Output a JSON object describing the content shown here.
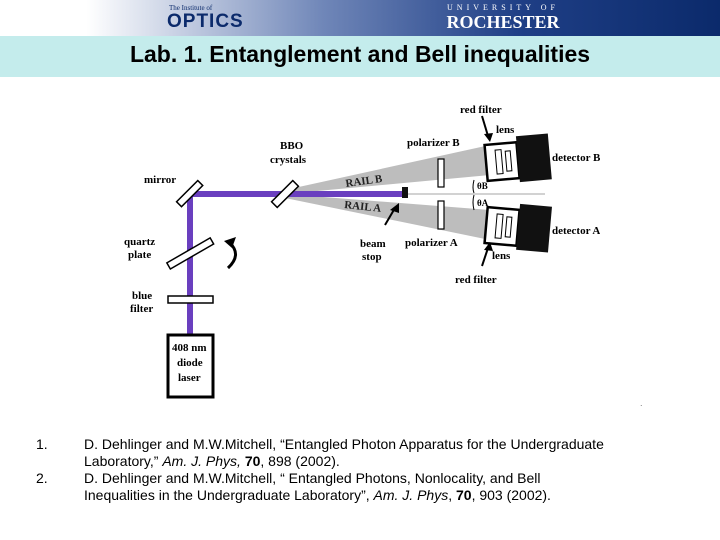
{
  "header": {
    "left_logo_small": "The Institute of",
    "left_logo_big": "OPTICS",
    "right_logo_small": "UNIVERSITY OF",
    "right_logo_big": "ROCHESTER"
  },
  "title": "Lab. 1. Entanglement and Bell inequalities",
  "diagram": {
    "labels": {
      "red_filter_top": "red filter",
      "lens_top": "lens",
      "bbo_1": "BBO",
      "bbo_2": "crystals",
      "polarizer_b": "polarizer B",
      "mirror": "mirror",
      "detector_b": "detector B",
      "rail_b": "RAIL B",
      "rail_a": "RAIL A",
      "theta_b": "θB",
      "theta_a": "θA",
      "detector_a": "detector A",
      "quartz_1": "quartz",
      "quartz_2": "plate",
      "beam_1": "beam",
      "beam_2": "stop",
      "polarizer_a": "polarizer A",
      "lens_bottom": "lens",
      "red_filter_bottom": "red filter",
      "blue_1": "blue",
      "blue_2": "filter",
      "laser_1": "408 nm",
      "laser_2": "diode",
      "laser_3": "laser"
    },
    "beam_color": "#6a3fbf"
  },
  "footnote_mark": ".",
  "references": [
    {
      "num": "1.",
      "line1": "D. Dehlinger and M.W.Mitchell, “Entangled Photon Apparatus for the Undergraduate",
      "line2_a": "Laboratory,” ",
      "line2_journal": "Am. J. Phys,",
      "line2_b": " ",
      "line2_vol": "70",
      "line2_c": ", 898 (2002)."
    },
    {
      "num": "2.",
      "line1": "D. Dehlinger and M.W.Mitchell, “ Entangled Photons, Nonlocality, and Bell",
      "line2_a": "Inequalities in the Undergraduate Laboratory”, ",
      "line2_journal": "Am. J. Phys",
      "line2_b": ", ",
      "line2_vol": "70",
      "line2_c": ", 903 (2002)."
    }
  ]
}
